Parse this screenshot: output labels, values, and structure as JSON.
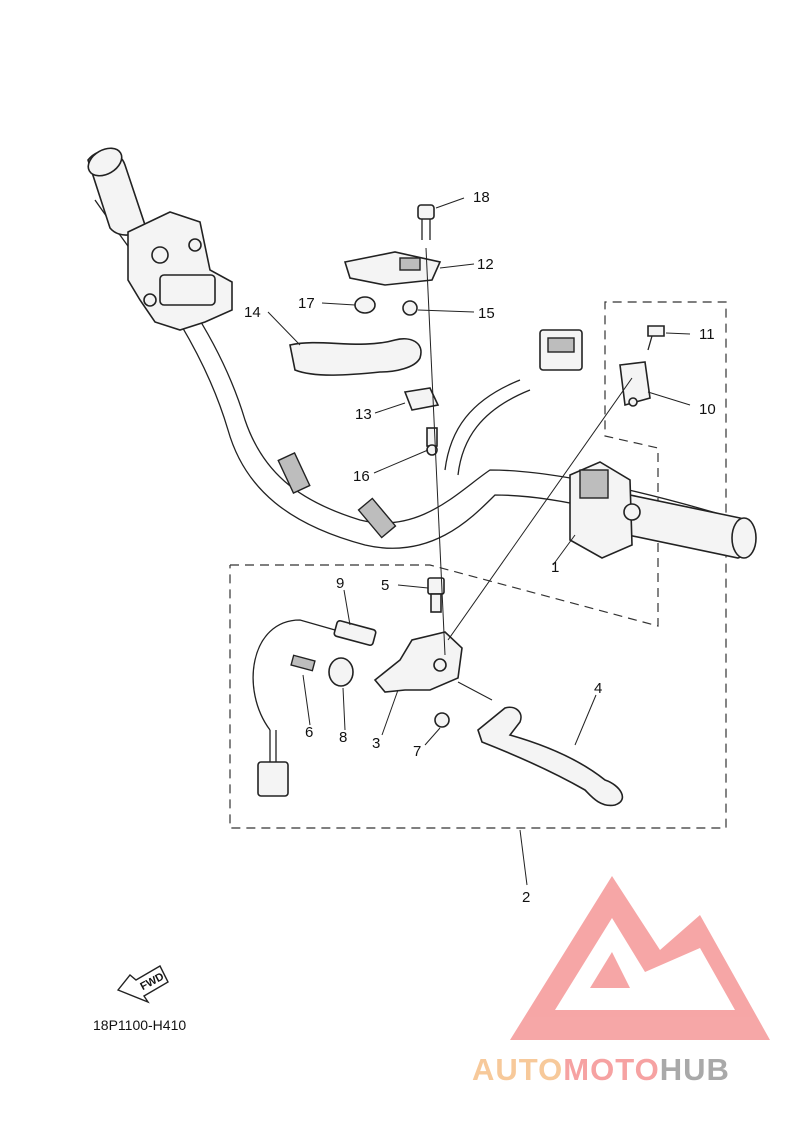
{
  "diagram": {
    "drawing_code": "18P1100-H410",
    "fwd_label": "FWD",
    "callouts": [
      "1",
      "2",
      "3",
      "4",
      "5",
      "6",
      "7",
      "8",
      "9",
      "10",
      "11",
      "12",
      "13",
      "14",
      "15",
      "16",
      "17",
      "18"
    ]
  },
  "watermark": {
    "brand_parts": [
      "AUTO",
      "MOTO",
      "HUB"
    ],
    "colors": {
      "auto": "#f7c99a",
      "moto": "#f6a2a2",
      "hub": "#a9a9a9",
      "logo": "#f6a2a2"
    }
  }
}
